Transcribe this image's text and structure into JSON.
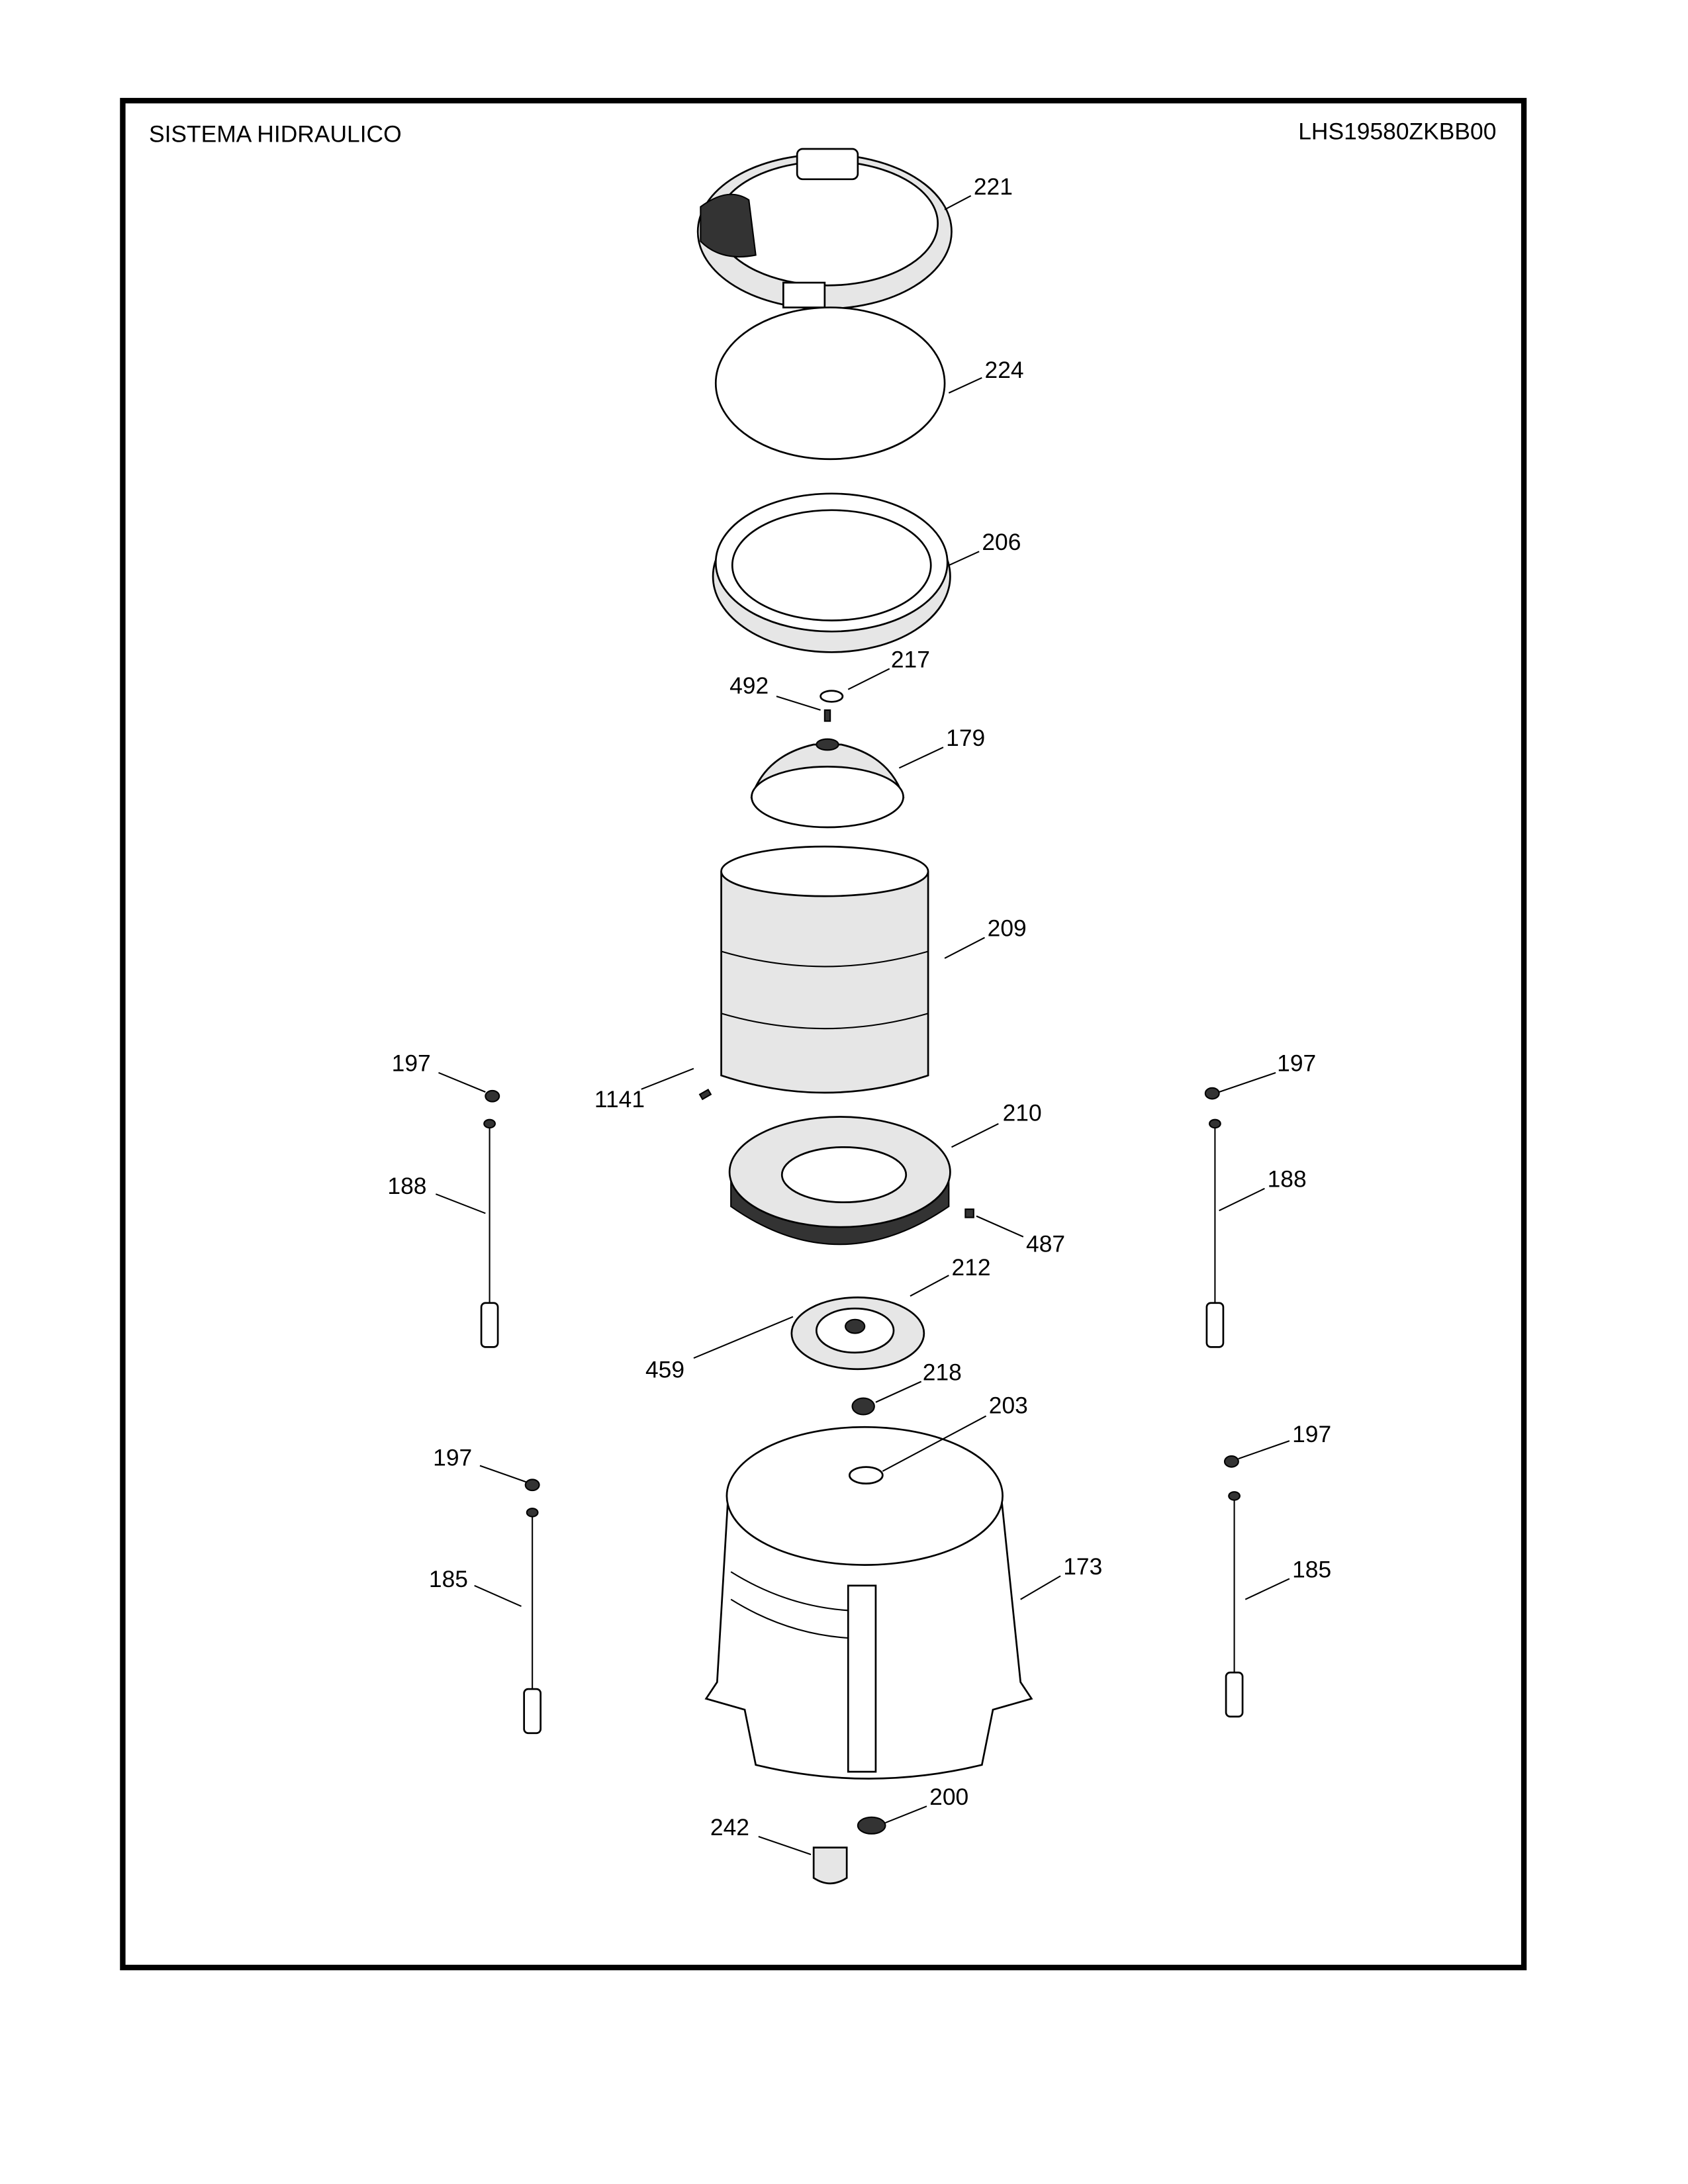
{
  "header": {
    "title": "SISTEMA HIDRAULICO",
    "model": "LHS19580ZKBB00"
  },
  "callouts": [
    {
      "id": "221"
    },
    {
      "id": "224"
    },
    {
      "id": "206"
    },
    {
      "id": "217"
    },
    {
      "id": "492"
    },
    {
      "id": "179"
    },
    {
      "id": "209"
    },
    {
      "id": "197"
    },
    {
      "id": "1141"
    },
    {
      "id": "197"
    },
    {
      "id": "210"
    },
    {
      "id": "188"
    },
    {
      "id": "188"
    },
    {
      "id": "487"
    },
    {
      "id": "212"
    },
    {
      "id": "459"
    },
    {
      "id": "218"
    },
    {
      "id": "203"
    },
    {
      "id": "197"
    },
    {
      "id": "197"
    },
    {
      "id": "173"
    },
    {
      "id": "185"
    },
    {
      "id": "185"
    },
    {
      "id": "200"
    },
    {
      "id": "242"
    }
  ]
}
